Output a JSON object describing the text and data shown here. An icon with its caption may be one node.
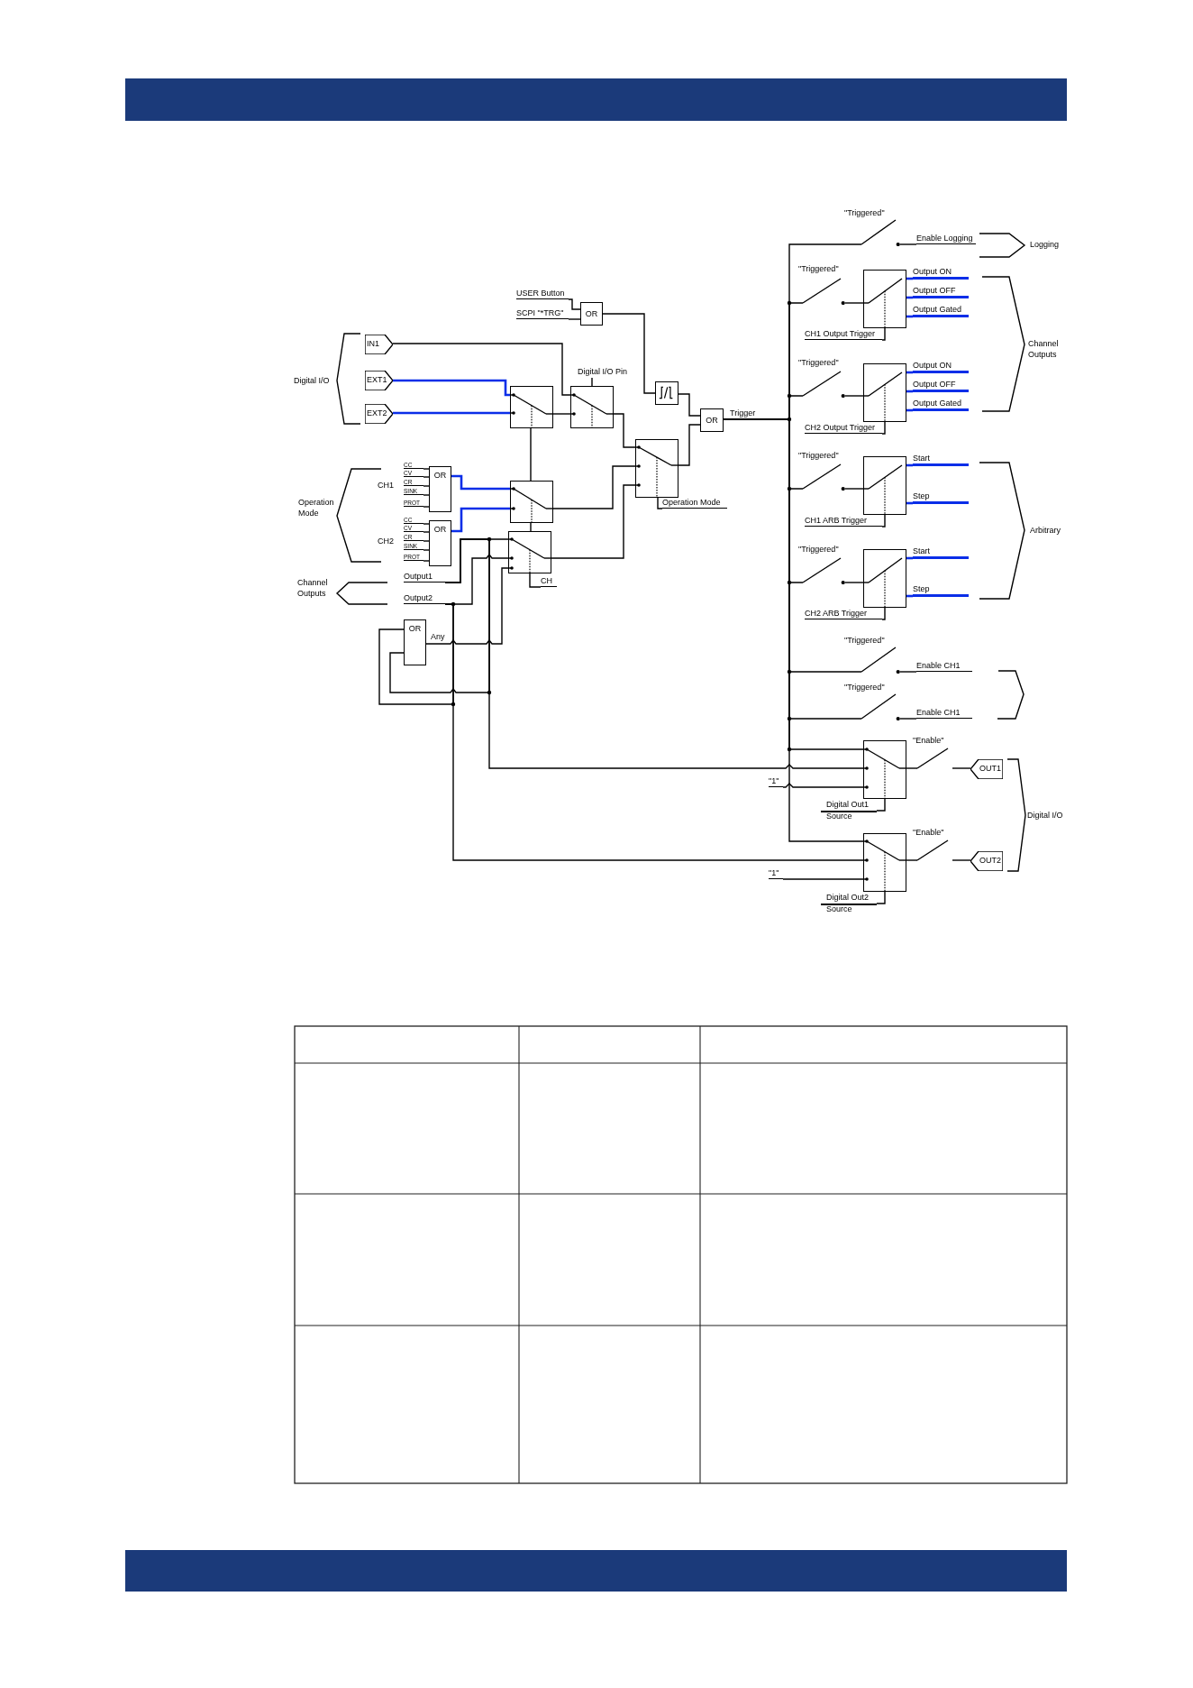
{
  "diagram": {
    "nodes": [
      {
        "text": [
          "IN1"
        ]
      },
      {
        "text": [
          "EXT1"
        ]
      },
      {
        "text": [
          "EXT2"
        ]
      },
      {
        "text": [
          "USER Button"
        ]
      },
      {
        "text": [
          "SCPI \"*TRG\""
        ]
      },
      {
        "text": [
          "OR"
        ]
      },
      {
        "text": [],
        "shape": "box"
      },
      {
        "text": [],
        "shape": "box"
      },
      {
        "text": [],
        "shape": "box"
      },
      {
        "text": [],
        "shape": "box"
      },
      {
        "text": [
          "OR"
        ]
      },
      {
        "text": [
          "CC"
        ]
      },
      {
        "text": [
          "CV"
        ]
      },
      {
        "text": [
          "CR"
        ]
      },
      {
        "text": [
          "SINK"
        ]
      },
      {
        "text": [
          "PROT"
        ]
      },
      {
        "text": [
          "OR"
        ]
      },
      {
        "text": [
          "CC"
        ]
      },
      {
        "text": [
          "CV"
        ]
      },
      {
        "text": [
          "CR"
        ]
      },
      {
        "text": [
          "SINK"
        ]
      },
      {
        "text": [
          "PROT"
        ]
      },
      {
        "text": [
          "OR"
        ]
      },
      {
        "text": [],
        "shape": "box"
      },
      {
        "text": [],
        "shape": "box"
      },
      {
        "text": [
          "Output1"
        ]
      },
      {
        "text": [
          "Output2"
        ]
      },
      {
        "text": [
          "OR"
        ]
      },
      {
        "text": [
          "Enable Logging"
        ]
      },
      {
        "text": [],
        "shape": "box"
      },
      {
        "text": [
          "Output ON"
        ]
      },
      {
        "text": [
          "Output OFF"
        ]
      },
      {
        "text": [
          "Output Gated"
        ]
      },
      {
        "text": [],
        "shape": "box"
      },
      {
        "text": [
          "Output ON"
        ]
      },
      {
        "text": [
          "Output OFF"
        ]
      },
      {
        "text": [
          "Output Gated"
        ]
      },
      {
        "text": [],
        "shape": "box"
      },
      {
        "text": [
          "Start"
        ]
      },
      {
        "text": [
          "Step"
        ]
      },
      {
        "text": [],
        "shape": "box"
      },
      {
        "text": [
          "Start"
        ]
      },
      {
        "text": [
          "Step"
        ]
      },
      {
        "text": [
          "Enable CH1"
        ]
      },
      {
        "text": [
          "Enable CH1"
        ]
      },
      {
        "text": [],
        "shape": "box"
      },
      {
        "text": [
          "OUT1"
        ]
      },
      {
        "text": [],
        "shape": "box"
      },
      {
        "text": [
          "OUT2"
        ]
      },
      {
        "text": [
          "\"1\""
        ]
      },
      {
        "text": [
          "\"1\""
        ]
      },
      {
        "text": [],
        "shape": "switch",
        "beside": [
          "\"Triggered\""
        ]
      },
      {
        "text": [],
        "shape": "switch",
        "beside": [
          "\"Triggered\""
        ]
      },
      {
        "text": [],
        "shape": "switch",
        "beside": [
          "\"Triggered\""
        ]
      },
      {
        "text": [],
        "shape": "switch",
        "beside": [
          "\"Triggered\""
        ]
      },
      {
        "text": [],
        "shape": "switch",
        "beside": [
          "\"Triggered\""
        ]
      },
      {
        "text": [],
        "shape": "switch",
        "beside": [
          "\"Triggered\""
        ]
      },
      {
        "text": [],
        "shape": "switch",
        "beside": [
          "\"Triggered\""
        ]
      },
      {
        "text": [],
        "shape": "switch",
        "beside": [
          "\"Enable\""
        ]
      },
      {
        "text": [],
        "shape": "switch",
        "beside": [
          "\"Enable\""
        ]
      },
      {
        "text": [
          "Digital I/O Pin"
        ]
      },
      {
        "text": [
          "Operation Mode"
        ]
      },
      {
        "text": [
          "CH"
        ]
      },
      {
        "text": [
          "CH1 Output Trigger"
        ]
      },
      {
        "text": [
          "CH2 Output Trigger"
        ]
      },
      {
        "text": [
          "CH1 ARB Trigger"
        ]
      },
      {
        "text": [
          "CH2 ARB Trigger"
        ]
      },
      {
        "text": [
          "Digital Out1 Source"
        ]
      },
      {
        "text": [
          "Digital Out2 Source"
        ]
      }
    ],
    "edges": [
      {
        "from": 3,
        "to": 5,
        "arrow": "none"
      },
      {
        "from": 4,
        "to": 5,
        "arrow": "none"
      },
      {
        "from": 5,
        "to": 8,
        "arrow": "none"
      },
      {
        "from": 8,
        "to": 10,
        "arrow": "none"
      },
      {
        "from": 0,
        "to": 7,
        "arrow": "none"
      },
      {
        "from": 1,
        "to": 6,
        "arrow": "none",
        "color": "#0a2ee8"
      },
      {
        "from": 2,
        "to": 6,
        "arrow": "none",
        "color": "#0a2ee8"
      },
      {
        "from": 6,
        "to": 7,
        "arrow": "none"
      },
      {
        "from": 7,
        "to": 9,
        "arrow": "none"
      },
      {
        "from": 9,
        "to": 10,
        "arrow": "none"
      },
      {
        "from": 6,
        "to": 23,
        "arrow": "none"
      },
      {
        "from": 23,
        "to": 24,
        "arrow": "none"
      },
      {
        "from": 11,
        "to": 16,
        "arrow": "none"
      },
      {
        "from": 12,
        "to": 16,
        "arrow": "none"
      },
      {
        "from": 13,
        "to": 16,
        "arrow": "none"
      },
      {
        "from": 14,
        "to": 16,
        "arrow": "none"
      },
      {
        "from": 15,
        "to": 16,
        "arrow": "none"
      },
      {
        "from": 17,
        "to": 22,
        "arrow": "none"
      },
      {
        "from": 18,
        "to": 22,
        "arrow": "none"
      },
      {
        "from": 19,
        "to": 22,
        "arrow": "none"
      },
      {
        "from": 20,
        "to": 22,
        "arrow": "none"
      },
      {
        "from": 21,
        "to": 22,
        "arrow": "none"
      },
      {
        "from": 16,
        "to": 23,
        "arrow": "none",
        "color": "#0a2ee8"
      },
      {
        "from": 22,
        "to": 23,
        "arrow": "none",
        "color": "#0a2ee8"
      },
      {
        "from": 23,
        "to": 9,
        "arrow": "none"
      },
      {
        "from": 24,
        "to": 9,
        "arrow": "none"
      },
      {
        "from": 25,
        "to": 24,
        "arrow": "none"
      },
      {
        "from": 26,
        "to": 24,
        "arrow": "none"
      },
      {
        "from": 25,
        "to": 45,
        "arrow": "none"
      },
      {
        "from": 25,
        "to": 27,
        "arrow": "none"
      },
      {
        "from": 26,
        "to": 47,
        "arrow": "none"
      },
      {
        "from": 26,
        "to": 27,
        "arrow": "none"
      },
      {
        "from": 27,
        "to": 24,
        "label": "Any",
        "arrow": "none"
      },
      {
        "from": 10,
        "to": 51,
        "arrow": "none"
      },
      {
        "from": 51,
        "to": 28,
        "arrow": "none"
      },
      {
        "from": 10,
        "to": 52,
        "arrow": "none"
      },
      {
        "from": 52,
        "to": 29,
        "arrow": "none"
      },
      {
        "from": 10,
        "to": 53,
        "arrow": "none"
      },
      {
        "from": 53,
        "to": 33,
        "arrow": "none"
      },
      {
        "from": 10,
        "to": 54,
        "arrow": "none"
      },
      {
        "from": 54,
        "to": 37,
        "arrow": "none"
      },
      {
        "from": 10,
        "to": 55,
        "arrow": "none"
      },
      {
        "from": 55,
        "to": 40,
        "arrow": "none"
      },
      {
        "from": 10,
        "to": 56,
        "arrow": "none"
      },
      {
        "from": 56,
        "to": 43,
        "arrow": "none"
      },
      {
        "from": 10,
        "to": 57,
        "arrow": "none"
      },
      {
        "from": 57,
        "to": 44,
        "arrow": "none"
      },
      {
        "from": 10,
        "to": 45,
        "arrow": "none"
      },
      {
        "from": 10,
        "to": 47,
        "arrow": "none"
      },
      {
        "from": 49,
        "to": 45,
        "arrow": "none"
      },
      {
        "from": 50,
        "to": 47,
        "arrow": "none"
      },
      {
        "from": 45,
        "to": 58,
        "arrow": "none"
      },
      {
        "from": 58,
        "to": 46,
        "arrow": "none"
      },
      {
        "from": 47,
        "to": 59,
        "arrow": "none"
      },
      {
        "from": 59,
        "to": 48,
        "arrow": "none"
      },
      {
        "from": 29,
        "to": 30,
        "arrow": "none",
        "color": "#0a2ee8"
      },
      {
        "from": 29,
        "to": 31,
        "arrow": "none",
        "color": "#0a2ee8"
      },
      {
        "from": 29,
        "to": 32,
        "arrow": "none",
        "color": "#0a2ee8"
      },
      {
        "from": 33,
        "to": 34,
        "arrow": "none",
        "color": "#0a2ee8"
      },
      {
        "from": 33,
        "to": 35,
        "arrow": "none",
        "color": "#0a2ee8"
      },
      {
        "from": 33,
        "to": 36,
        "arrow": "none",
        "color": "#0a2ee8"
      },
      {
        "from": 37,
        "to": 38,
        "arrow": "none",
        "color": "#0a2ee8"
      },
      {
        "from": 37,
        "to": 39,
        "arrow": "none",
        "color": "#0a2ee8"
      },
      {
        "from": 40,
        "to": 41,
        "arrow": "none",
        "color": "#0a2ee8"
      },
      {
        "from": 40,
        "to": 42,
        "arrow": "none",
        "color": "#0a2ee8"
      },
      {
        "from": 60,
        "to": 7,
        "arrow": "none"
      },
      {
        "from": 61,
        "to": 9,
        "arrow": "none"
      },
      {
        "from": 62,
        "to": 24,
        "arrow": "none"
      },
      {
        "from": 63,
        "to": 29,
        "arrow": "none"
      },
      {
        "from": 64,
        "to": 33,
        "arrow": "none"
      },
      {
        "from": 65,
        "to": 37,
        "arrow": "none"
      },
      {
        "from": 66,
        "to": 40,
        "arrow": "none"
      },
      {
        "from": 67,
        "to": 45,
        "arrow": "none"
      },
      {
        "from": 68,
        "to": 47,
        "arrow": "none"
      }
    ],
    "labels": [
      "Logging",
      "Channel Outputs",
      "Digital I/O",
      "Trigger",
      "CH1",
      "Operation Mode",
      "Arbitrary",
      "CH2",
      "Channel Outputs",
      "Digital I/O"
    ]
  }
}
